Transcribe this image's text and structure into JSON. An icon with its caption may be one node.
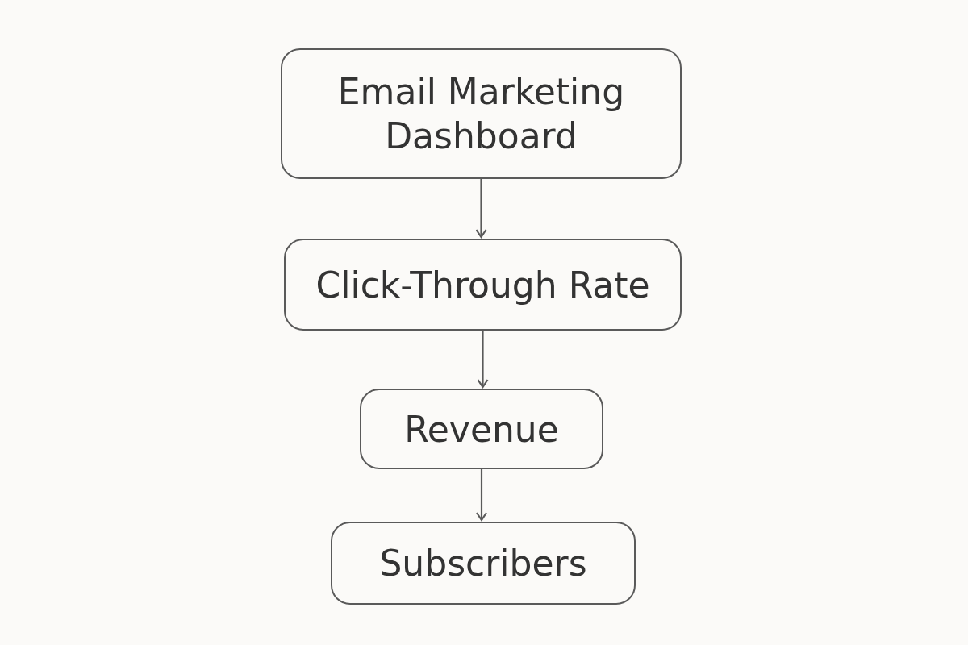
{
  "diagram": {
    "nodes": [
      {
        "text": [
          "Email Marketing Dashboard"
        ]
      },
      {
        "text": [
          "Click-Through Rate"
        ]
      },
      {
        "text": [
          "Revenue"
        ]
      },
      {
        "text": [
          "Subscribers"
        ]
      }
    ],
    "edges": [
      {
        "from": 0,
        "to": 1,
        "arrow": "to"
      },
      {
        "from": 1,
        "to": 2,
        "arrow": "to"
      },
      {
        "from": 2,
        "to": 3,
        "arrow": "to"
      }
    ]
  }
}
